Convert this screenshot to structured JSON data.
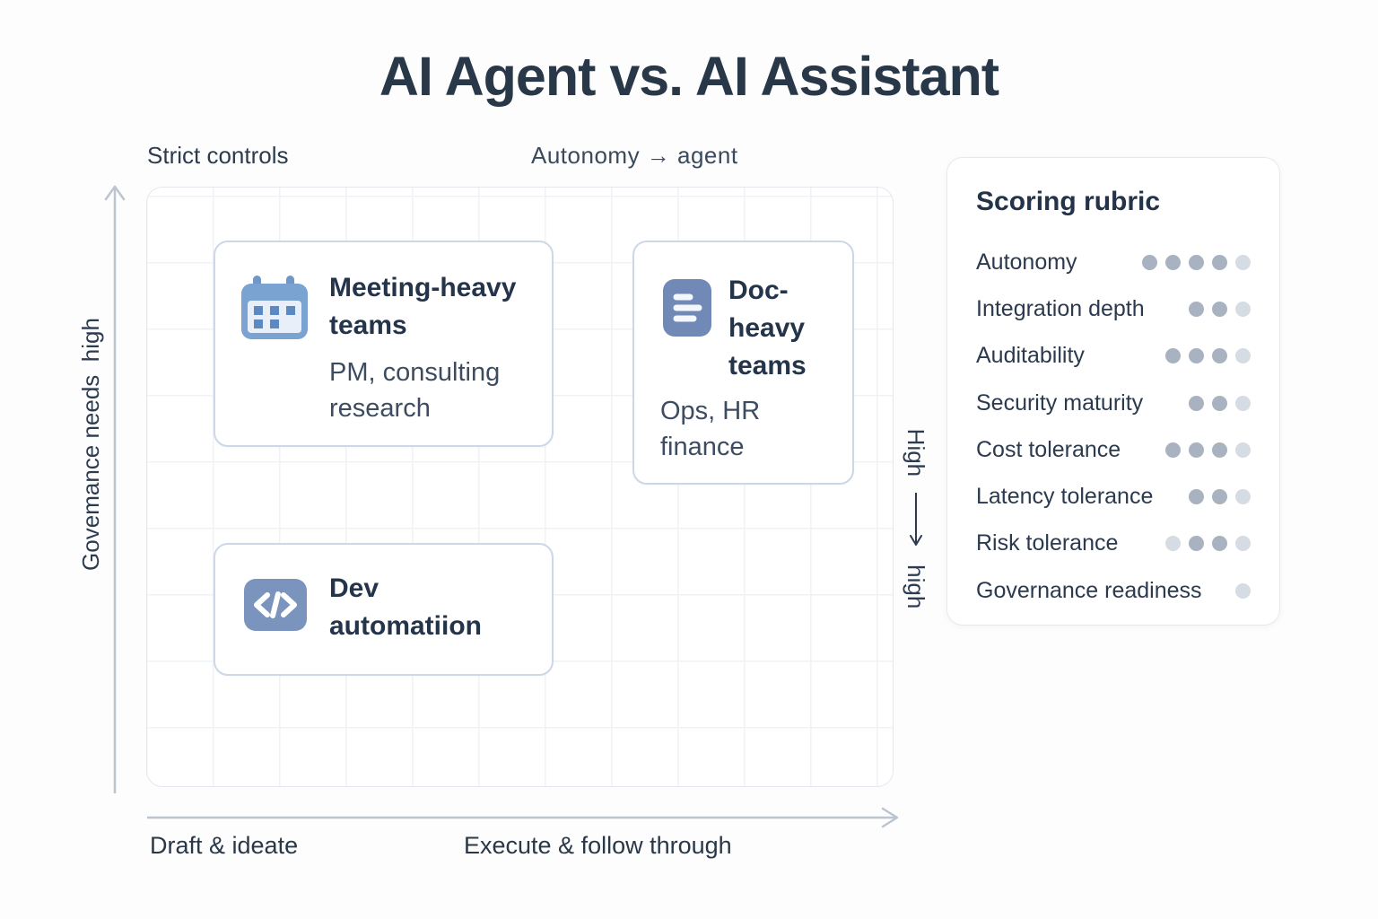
{
  "title": "AI Agent vs. AI Assistant",
  "axes": {
    "top_left_label": "Strict controls",
    "top_center_label": "Autonomy → agent",
    "y_label": "Govemance needs  high",
    "x_label_left": "Draft & ideate",
    "x_label_center": "Execute & follow through",
    "right_label_top": "High",
    "right_label_bottom": "high"
  },
  "cards": [
    {
      "icon": "calendar-icon",
      "title": "Meeting-heavy teams",
      "subtitle": "PM, consulting research"
    },
    {
      "icon": "document-icon",
      "title": "Doc-heavy teams",
      "subtitle": "Ops, HR finance"
    },
    {
      "icon": "code-icon",
      "title": "Dev automatiion",
      "subtitle": ""
    }
  ],
  "rubric": {
    "heading": "Scoring rubric",
    "items": [
      {
        "label": "Autonomy",
        "dots": [
          "medium",
          "medium",
          "medium",
          "medium",
          "light"
        ]
      },
      {
        "label": "Integration depth",
        "dots": [
          "medium",
          "medium",
          "light"
        ]
      },
      {
        "label": "Auditability",
        "dots": [
          "medium",
          "medium",
          "medium",
          "light"
        ]
      },
      {
        "label": "Security maturity",
        "dots": [
          "medium",
          "medium",
          "light"
        ]
      },
      {
        "label": "Cost tolerance",
        "dots": [
          "medium",
          "medium",
          "medium",
          "light"
        ]
      },
      {
        "label": "Latency tolerance",
        "dots": [
          "medium",
          "medium",
          "light"
        ]
      },
      {
        "label": "Risk tolerance",
        "dots": [
          "light",
          "medium",
          "medium",
          "light"
        ]
      },
      {
        "label": "Governance readiness",
        "dots": [
          "light"
        ]
      }
    ]
  },
  "colors": {
    "text_dark": "#24344a",
    "text_subtitle": "#3d4c60",
    "axis_gray": "#bcc5cf",
    "card_border": "#ccd8e6",
    "dot_medium": "#a8b2c0",
    "dot_light": "#d5dce4",
    "doc_icon_blue": "#7189b7",
    "code_icon_blue": "#7b94bd",
    "calendar_blue": "#7ba3d2",
    "calendar_fill": "#e9eff8",
    "calendar_square": "#5d89c3"
  }
}
